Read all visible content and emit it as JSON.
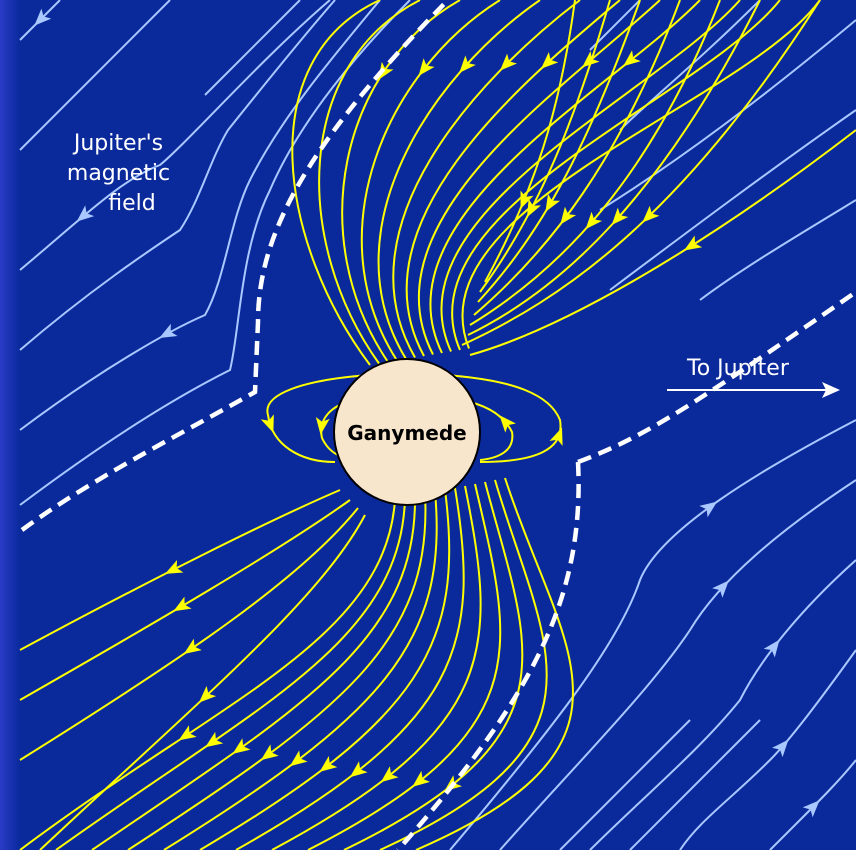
{
  "labels": {
    "jupiter_field_line1": "Jupiter's",
    "jupiter_field_line2": "magnetic",
    "jupiter_field_line3": "field",
    "to_jupiter": "To Jupiter",
    "moon": "Ganymede"
  },
  "colors": {
    "background": "#0a2a9c",
    "left_edge": "#2234b8",
    "jupiter_field_lines": "#a9c8ff",
    "ganymede_field_lines": "#ffff00",
    "magnetopause_boundary": "#ffffff",
    "moon_fill": "#f8e6cc"
  },
  "icons": [
    "arrowhead-icon",
    "right-arrow-icon"
  ]
}
